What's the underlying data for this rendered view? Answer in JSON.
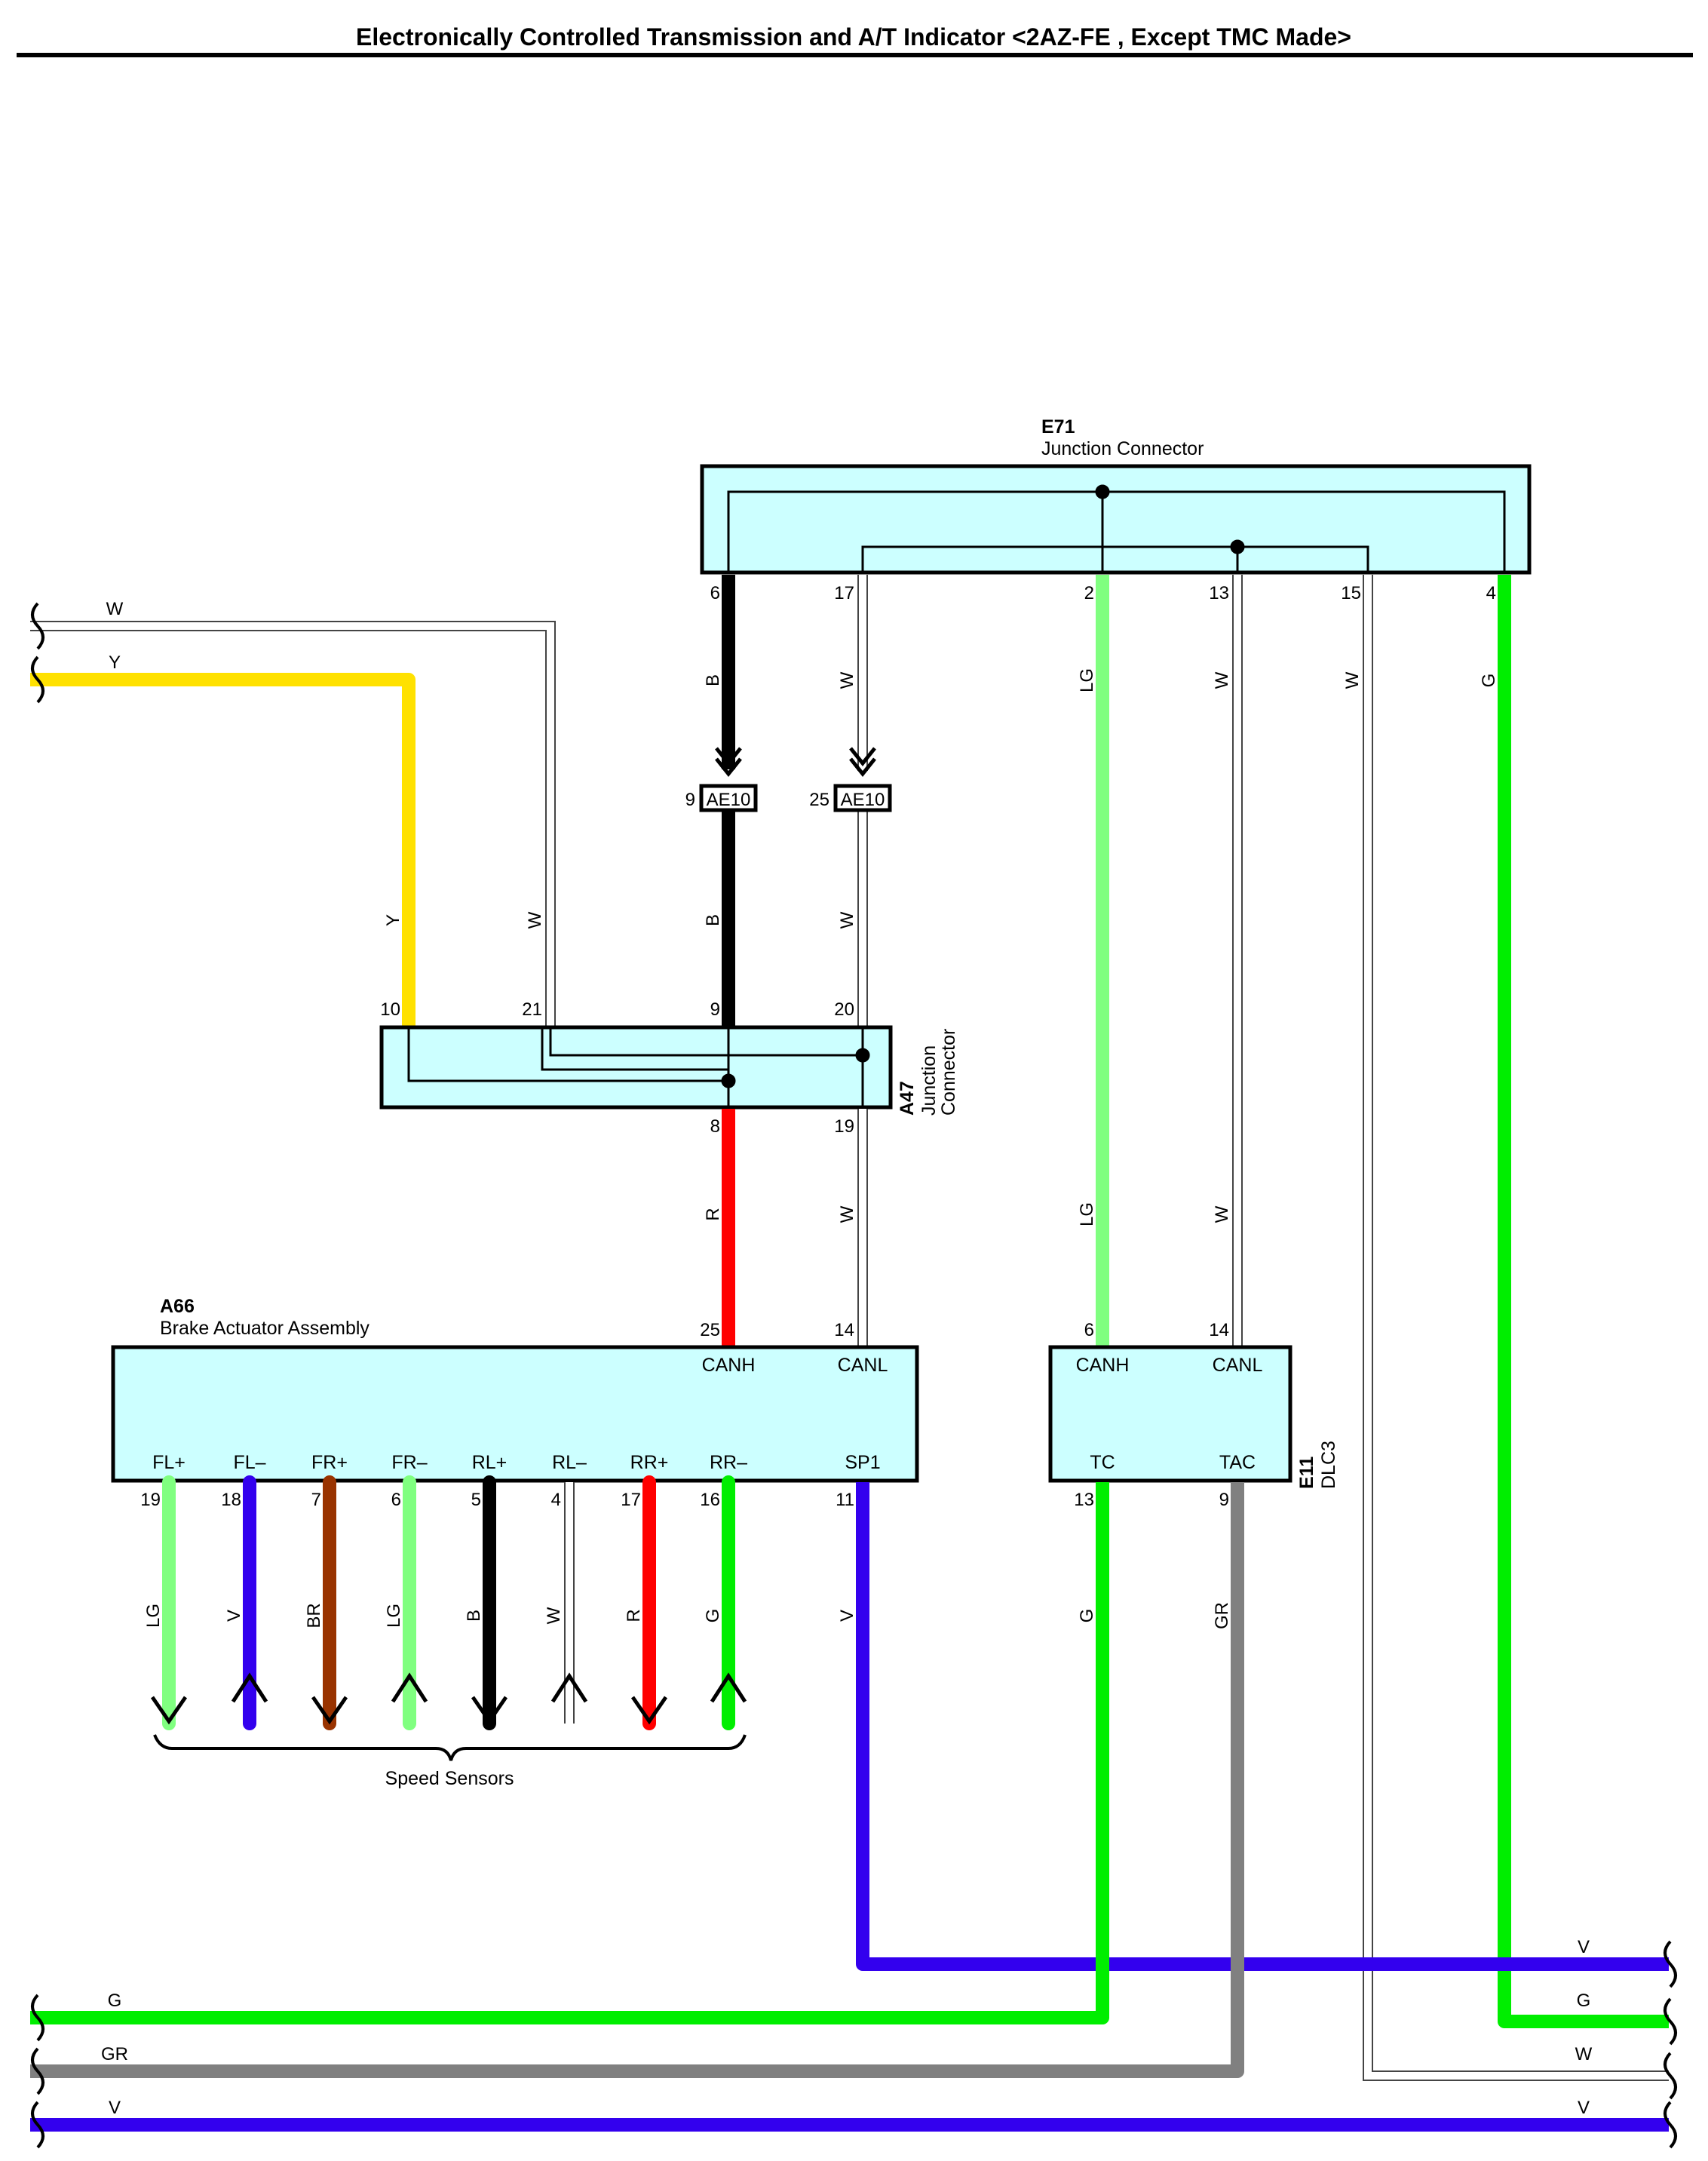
{
  "title": "Electronically Controlled Transmission and A/T Indicator <2AZ-FE , Except TMC Made>",
  "colors": {
    "B": "#000000",
    "W": "#ffffff",
    "Y": "#ffe100",
    "LG": "#80ff80",
    "G": "#00ee00",
    "R": "#ff0000",
    "V": "#3300ee",
    "BR": "#993300",
    "GR": "#808080",
    "component_fill": "#ccffff",
    "line": "#000000"
  },
  "components": {
    "e71": {
      "code": "E71",
      "name": "Junction Connector"
    },
    "a47": {
      "code": "A47",
      "name_line1": "Junction",
      "name_line2": "Connector"
    },
    "a66": {
      "code": "A66",
      "name": "Brake Actuator Assembly"
    },
    "e11": {
      "code": "E11",
      "name": "DLC3"
    },
    "ae10": {
      "code": "AE10",
      "pin_b": "9",
      "pin_w": "25"
    }
  },
  "e71_pins": [
    "6",
    "17",
    "2",
    "13",
    "15",
    "4"
  ],
  "a47_pins": {
    "top": [
      "10",
      "21",
      "9",
      "20"
    ],
    "bottom": [
      "8",
      "19"
    ]
  },
  "a66_terminals": {
    "can": [
      {
        "pin": "25",
        "label": "CANH"
      },
      {
        "pin": "14",
        "label": "CANL"
      }
    ],
    "bottom": [
      {
        "pin": "19",
        "label": "FL+",
        "wire": "LG"
      },
      {
        "pin": "18",
        "label": "FL–",
        "wire": "V"
      },
      {
        "pin": "7",
        "label": "FR+",
        "wire": "BR"
      },
      {
        "pin": "6",
        "label": "FR–",
        "wire": "LG"
      },
      {
        "pin": "5",
        "label": "RL+",
        "wire": "B"
      },
      {
        "pin": "4",
        "label": "RL–",
        "wire": "W"
      },
      {
        "pin": "17",
        "label": "RR+",
        "wire": "R"
      },
      {
        "pin": "16",
        "label": "RR–",
        "wire": "G"
      },
      {
        "pin": "11",
        "label": "SP1",
        "wire": "V"
      }
    ]
  },
  "e11_terminals": {
    "top": [
      {
        "pin": "6",
        "label": "CANH"
      },
      {
        "pin": "14",
        "label": "CANL"
      }
    ],
    "bottom": [
      {
        "pin": "13",
        "label": "TC",
        "wire": "G"
      },
      {
        "pin": "9",
        "label": "TAC",
        "wire": "GR"
      }
    ]
  },
  "speed_sensors_label": "Speed Sensors",
  "wire_labels": {
    "e71_pin6": "B",
    "e71_pin17": "W",
    "e71_pin2": "LG",
    "e71_pin13": "W",
    "e71_pin15": "W",
    "e71_pin4": "G",
    "ae10_b_lower": "B",
    "ae10_w_lower": "W",
    "a47_in_y": "Y",
    "a47_in_w": "W",
    "a47_out_r": "R",
    "a47_out_w": "W",
    "e11_lg": "LG",
    "e11_w": "W"
  },
  "left_offpage": [
    "W",
    "Y",
    "G",
    "GR",
    "V"
  ],
  "right_offpage": [
    "V",
    "G",
    "W",
    "V"
  ]
}
